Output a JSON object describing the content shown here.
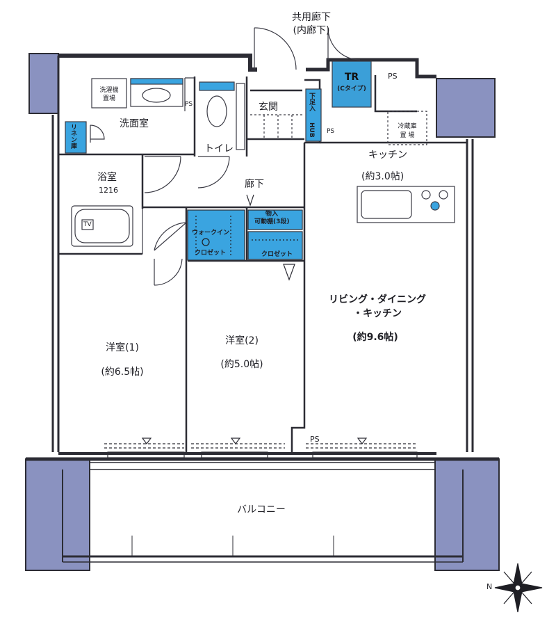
{
  "labels": {
    "common_corridor": "共用廊下",
    "inner_corridor": "(内廊下)",
    "tr": "TR",
    "tr_type": "(Cタイプ)",
    "ps_top": "PS",
    "ps_wash": "PS",
    "ps_entry": "PS",
    "ps_lower": "PS",
    "washer_space_1": "洗濯機",
    "washer_space_2": "置場",
    "washroom": "洗面室",
    "toilet": "トイレ",
    "entrance": "玄関",
    "shoe_box": "下足入",
    "hub": "HUB",
    "linen": "リネン庫",
    "fridge_1": "冷蔵庫",
    "fridge_2": "置 場",
    "kitchen": "キッチン",
    "kitchen_size": "(約3.0帖)",
    "bath": "浴室",
    "bath_size": "1216",
    "hallway": "廊下",
    "tv": "TV",
    "storage_1": "物入",
    "storage_2": "可動棚(3段)",
    "walkin_1": "ウォークイン",
    "walkin_2": "クロゼット",
    "closet": "クロゼット",
    "ldk_1": "リビング・ダイニング",
    "ldk_2": "・キッチン",
    "ldk_size": "(約9.6帖)",
    "room1": "洋室(1)",
    "room1_size": "(約6.5帖)",
    "room2": "洋室(2)",
    "room2_size": "(約5.0帖)",
    "balcony": "バルコニー",
    "north": "N"
  },
  "colors": {
    "wall": "#2c2c34",
    "column_fill": "#8a92c0",
    "storage_fill": "#3aa4e0",
    "tr_fill": "#3b9fd8",
    "line": "#3a3a44"
  }
}
